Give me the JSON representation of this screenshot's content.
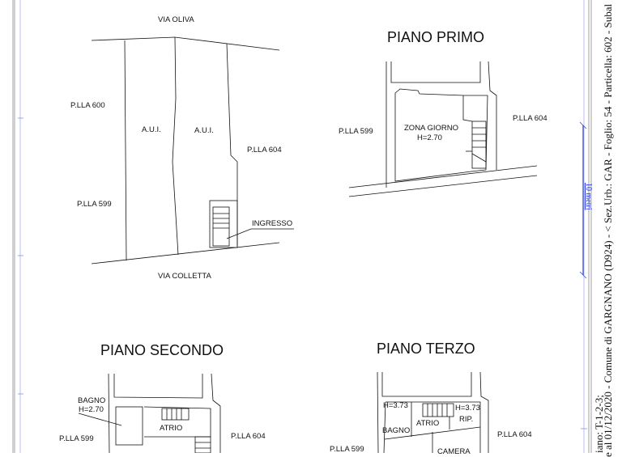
{
  "ground_floor": {
    "street_top": "VIA OLIVA",
    "street_bottom": "VIA COLLETTA",
    "plot_600": "P.LLA 600",
    "plot_599": "P.LLA 599",
    "plot_604": "P.LLA 604",
    "aui_1": "A.U.I.",
    "aui_2": "A.U.I.",
    "entrance": "INGRESSO"
  },
  "first_floor": {
    "title": "PIANO PRIMO",
    "room": "ZONA GIORNO",
    "height": "H=2.70",
    "plot_599": "P.LLA 599",
    "plot_604": "P.LLA 604"
  },
  "second_floor": {
    "title": "PIANO SECONDO",
    "bathroom": "BAGNO",
    "height": "H=2.70",
    "atrium": "ATRIO",
    "plot_599": "P.LLA 599",
    "plot_604": "P.LLA 604"
  },
  "third_floor": {
    "title": "PIANO TERZO",
    "height_left": "H=3.73",
    "height_right": "H=3.73",
    "storage": "RIP.",
    "atrium": "ATRIO",
    "bathroom": "BAGNO",
    "bedroom": "CAMERA",
    "plot_599": "P.LLA 599",
    "plot_604": "P.LLA 604"
  },
  "margin": {
    "scale_label": "10 metri",
    "info_line": "e al 01/12/2020 - Comune di GARGNANO (D924) - < Sez.Urb.: GAR - Foglio: 54 - Particella: 602 - Subal",
    "floors_line": "iano: T-1-2-3;"
  },
  "colors": {
    "lines": "#111111",
    "frame": "#888888",
    "scale": "#3344dd",
    "guide": "#aab0ee"
  }
}
